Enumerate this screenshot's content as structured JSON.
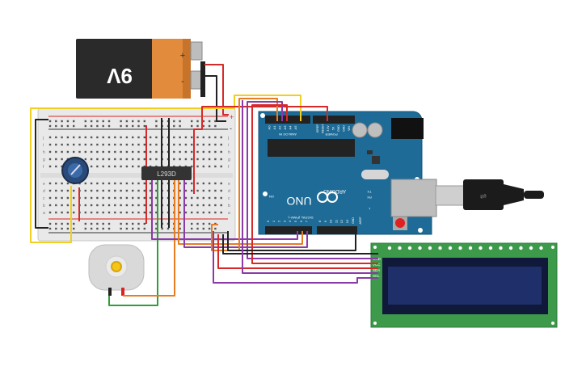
{
  "battery": {
    "voltage_label": "9V",
    "plus_symbol": "+",
    "minus_symbol": "-"
  },
  "breadboard": {
    "row_letters_top": [
      "j",
      "i",
      "h",
      "g",
      "f"
    ],
    "row_letters_bottom": [
      "e",
      "d",
      "c",
      "b",
      "a"
    ],
    "rail_plus": "+",
    "rail_minus": "-"
  },
  "driver_chip": {
    "label": "L293D"
  },
  "arduino": {
    "brand_label": "UNO",
    "logo_label": "ARDUINO",
    "analog_in_label": "ANALOG IN",
    "power_label": "POWER",
    "digital_label": "DIGITAL (PWM~)",
    "on_label": "ON",
    "tx_label": "TX",
    "rx_label": "RX",
    "l_label": "L",
    "aref_label": "AREF",
    "gnd_label": "GND",
    "analog_pins": [
      "A5",
      "A4",
      "A3",
      "A2",
      "A1",
      "A0"
    ],
    "power_pins": [
      "VIN",
      "GND",
      "GND",
      "5V",
      "3.3V",
      "RESET",
      "IOREF"
    ],
    "digital_pins": [
      "0",
      "1",
      "2",
      "3",
      "4",
      "5",
      "6",
      "7",
      "8",
      "9",
      "10",
      "11",
      "12",
      "13"
    ]
  },
  "lcd": {
    "pin_labels": [
      "GND",
      "VCC",
      "SDA",
      "SCL"
    ]
  },
  "colors": {
    "board_blue": "#1d6b96",
    "lcd_green": "#3c9a4a",
    "lcd_screen": "#1f2f6a",
    "wire_red": "#d62a2a",
    "wire_black": "#222222",
    "wire_yellow": "#f2cf1e",
    "wire_orange": "#e67d22",
    "wire_purple": "#8b3aa8",
    "wire_green": "#2e9e3a"
  }
}
